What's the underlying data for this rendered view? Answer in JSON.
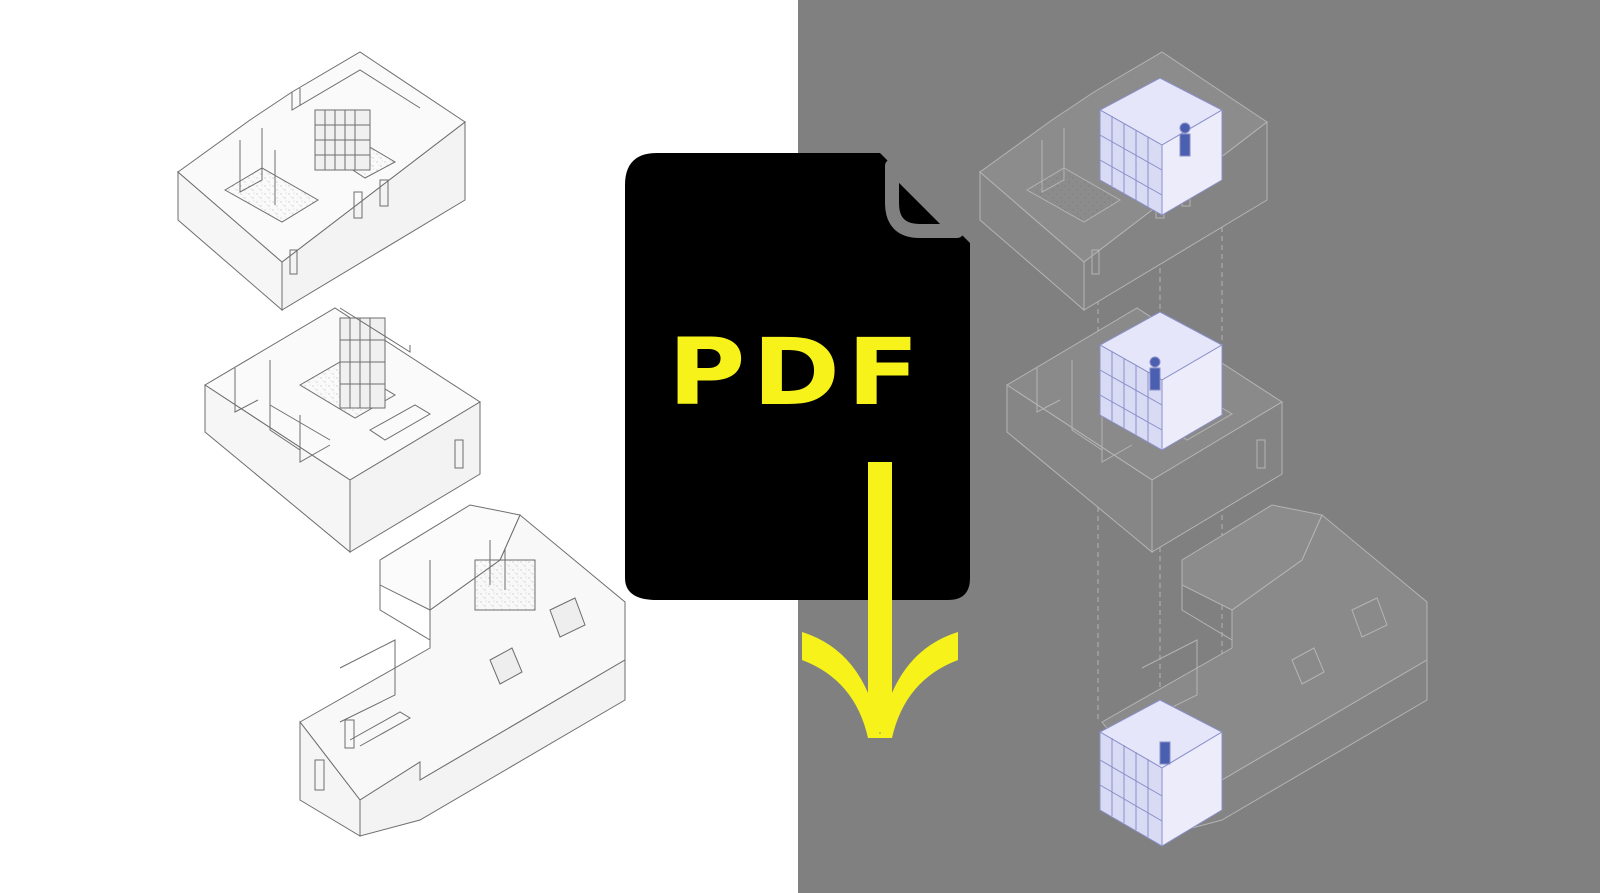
{
  "pdf_icon": {
    "label": "PDF",
    "fill_color": "#000000",
    "label_color": "#f7f21a",
    "arrow_color": "#f7f21a",
    "icon": "pdf-download-icon"
  },
  "panels": {
    "left": {
      "background": "#ffffff",
      "description_icon": "axonometric-floors-line-drawing"
    },
    "right": {
      "background": "#808080",
      "description_icon": "axonometric-floors-highlighted-module"
    }
  }
}
